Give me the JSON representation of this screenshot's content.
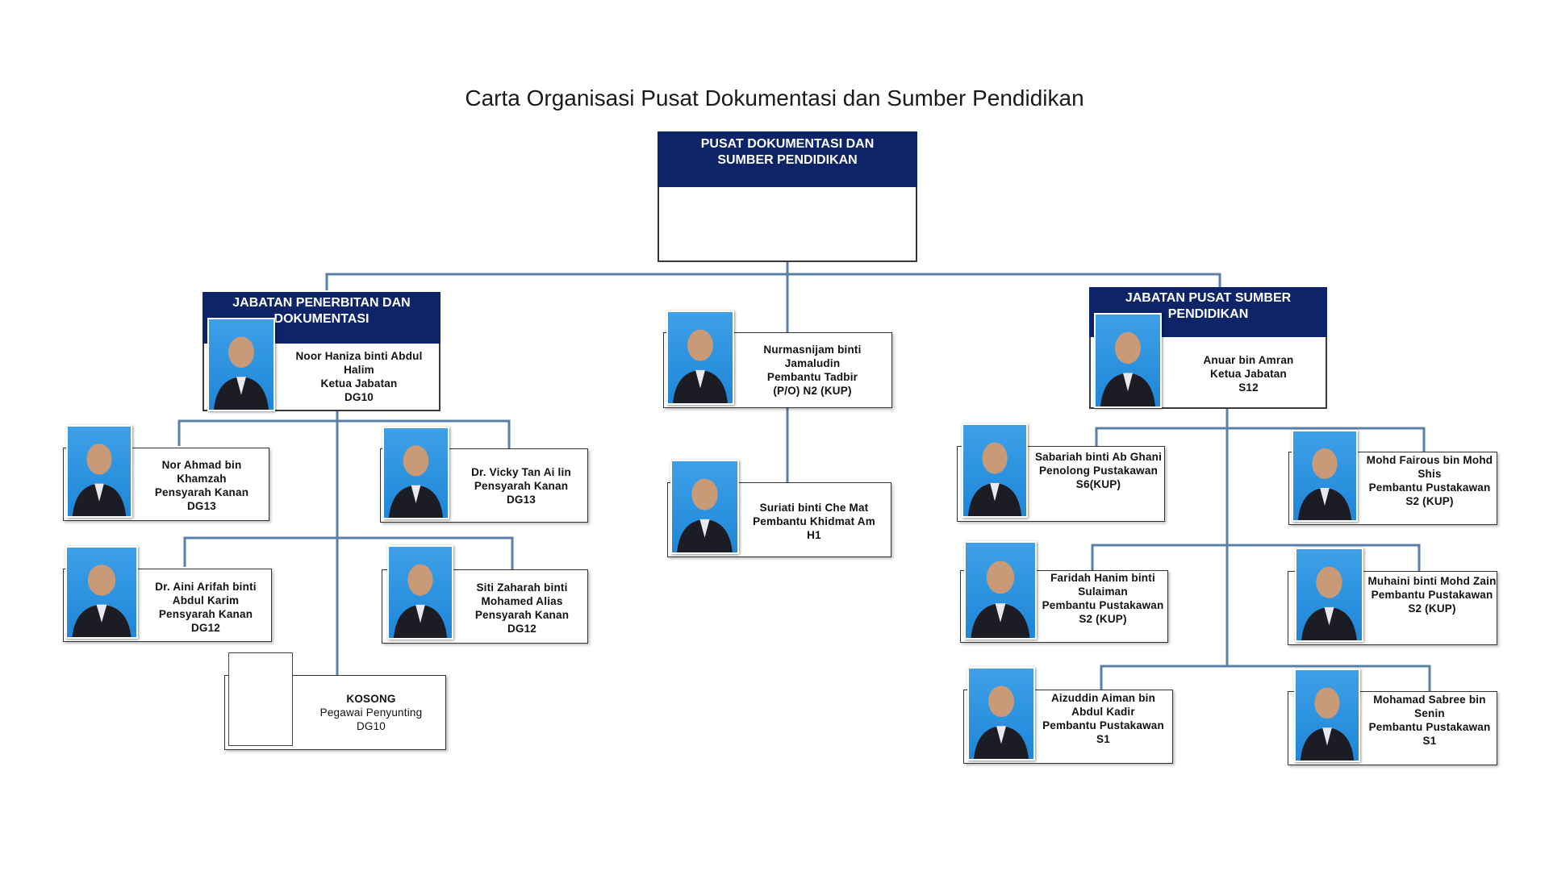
{
  "title": "Carta Organisasi Pusat Dokumentasi dan Sumber Pendidikan",
  "colors": {
    "header_band": "#0d2469",
    "connector": "#5b7fa6",
    "photo_bg": "#1f86d8"
  },
  "top": {
    "label": "PUSAT DOKUMENTASI DAN SUMBER PENDIDIKAN"
  },
  "left_dept": {
    "label": "JABATAN PENERBITAN DAN DOKUMENTASI",
    "head": {
      "name": "Noor Haniza binti Abdul Halim",
      "role": "Ketua Jabatan",
      "grade": "DG10",
      "photo": "woman-hijab-photo"
    }
  },
  "right_dept": {
    "label": "JABATAN PUSAT SUMBER PENDIDIKAN",
    "head": {
      "name": "Anuar bin Amran",
      "role": "Ketua Jabatan",
      "grade": "S12",
      "photo": "man-photo"
    }
  },
  "center": [
    {
      "name": "Nurmasnijam binti Jamaludin",
      "role": "Pembantu Tadbir",
      "grade": "(P/O) N2 (KUP)"
    },
    {
      "name": "Suriati binti Che Mat",
      "role": "Pembantu Khidmat Am",
      "grade": "H1"
    }
  ],
  "left_staff": [
    {
      "name": "Nor Ahmad bin Khamzah",
      "role": "Pensyarah Kanan",
      "grade": "DG13"
    },
    {
      "name": "Dr. Vicky Tan Ai lin",
      "role": "Pensyarah Kanan",
      "grade": "DG13"
    },
    {
      "name": "Dr. Aini Arifah binti Abdul Karim",
      "role": "Pensyarah Kanan",
      "grade": "DG12"
    },
    {
      "name": "Siti Zaharah binti Mohamed Alias",
      "role": "Pensyarah Kanan",
      "grade": "DG12"
    },
    {
      "name": "KOSONG",
      "role": "Pegawai Penyunting",
      "grade": "DG10"
    }
  ],
  "right_staff": [
    {
      "name": "Sabariah binti Ab Ghani",
      "role": "Penolong Pustakawan",
      "grade": "S6(KUP)"
    },
    {
      "name": "Mohd Fairous bin Mohd Shis",
      "role": "Pembantu Pustakawan",
      "grade": "S2 (KUP)"
    },
    {
      "name": "Faridah Hanim binti Sulaiman",
      "role": "Pembantu Pustakawan",
      "grade": "S2 (KUP)"
    },
    {
      "name": "Muhaini binti Mohd Zain",
      "role": "Pembantu Pustakawan",
      "grade": "S2 (KUP)"
    },
    {
      "name": "Aizuddin Aiman bin Abdul Kadir",
      "role": "Pembantu Pustakawan",
      "grade": "S1"
    },
    {
      "name": "Mohamad Sabree bin Senin",
      "role": "Pembantu Pustakawan",
      "grade": "S1"
    }
  ]
}
